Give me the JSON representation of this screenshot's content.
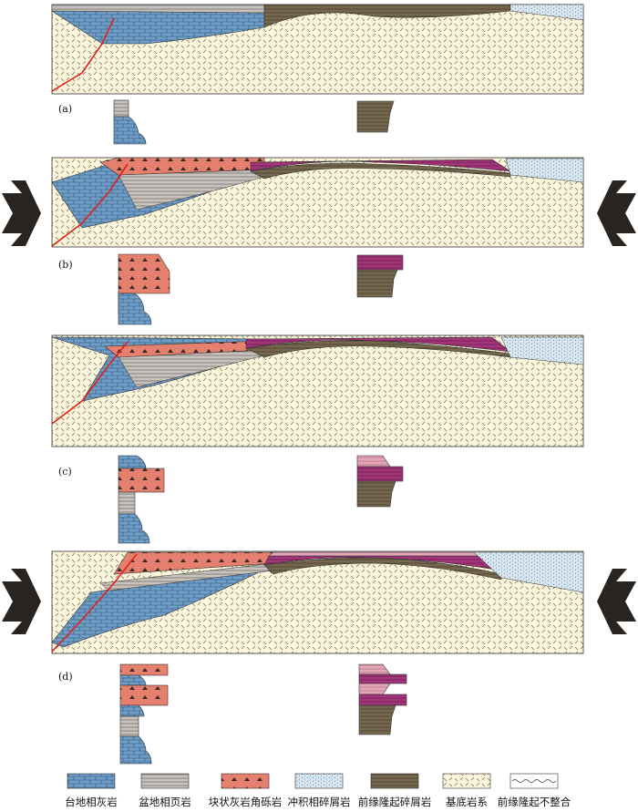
{
  "panels": [
    {
      "label": "(a)"
    },
    {
      "label": "(b)"
    },
    {
      "label": "(c)"
    },
    {
      "label": "(d)"
    }
  ],
  "legend": [
    {
      "key": "platform-limestone",
      "label": "台地相灰岩"
    },
    {
      "key": "basin-shale",
      "label": "盆地相页岩"
    },
    {
      "key": "limestone-breccia",
      "label": "块状灰岩角砾岩"
    },
    {
      "key": "alluvial-clastic",
      "label": "冲积相碎屑岩"
    },
    {
      "key": "forebulge-clastic",
      "label": "前缘隆起碎屑岩"
    },
    {
      "key": "basement",
      "label": "基底岩系"
    },
    {
      "key": "forebulge-unconformity",
      "label": "前缘隆起不整合"
    }
  ],
  "colors": {
    "limestone": "#6f9fc9",
    "shale": "#c9c2bc",
    "breccia": "#e57f6e",
    "alluvial": "#dce9f2",
    "forebulge": "#75684e",
    "basement": "#fbf5dc",
    "magenta": "#a3357a",
    "pink": "#e4a7b8",
    "fault": "#e0201a",
    "arrow": "#2a2420"
  }
}
